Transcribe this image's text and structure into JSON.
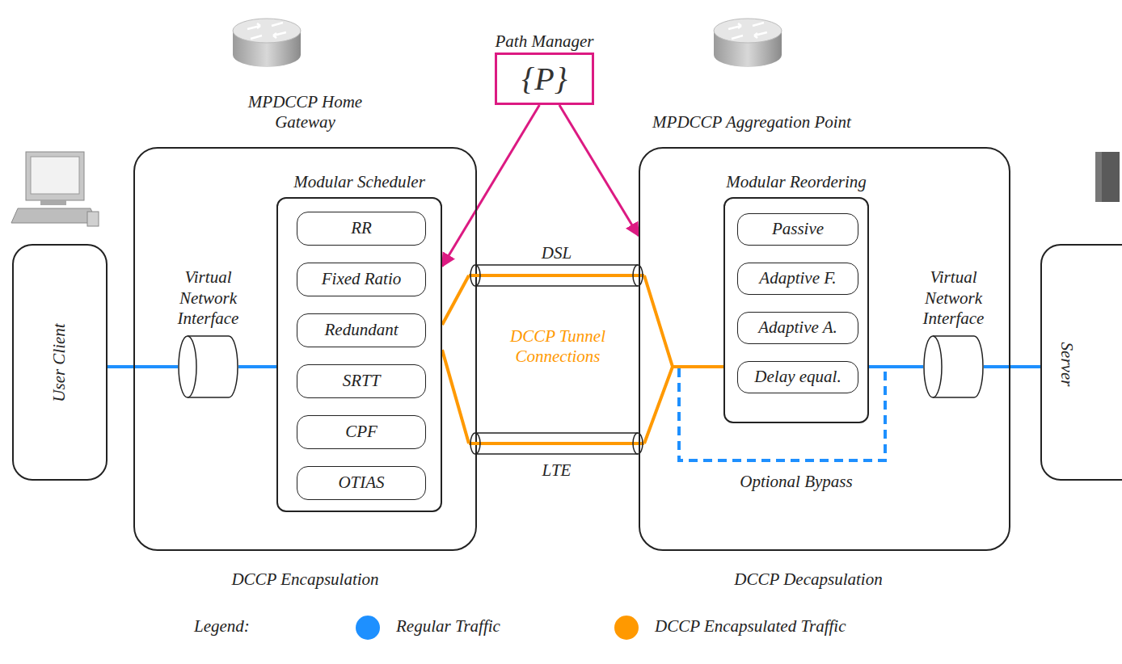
{
  "diagram": {
    "nodes": [
      {
        "text": [
          "User Client"
        ]
      },
      {
        "text": [
          "MPDCCP Home Gateway",
          "DCCP Encapsulation"
        ]
      },
      {
        "text": [
          "Virtual Network Interface"
        ],
        "in": 1
      },
      {
        "text": [
          "Modular Scheduler"
        ],
        "in": 1
      },
      {
        "text": [
          "RR"
        ],
        "in": 3
      },
      {
        "text": [
          "Fixed Ratio"
        ],
        "in": 3
      },
      {
        "text": [
          "Redundant"
        ],
        "in": 3
      },
      {
        "text": [
          "SRTT"
        ],
        "in": 3
      },
      {
        "text": [
          "CPF"
        ],
        "in": 3
      },
      {
        "text": [
          "OTIAS"
        ],
        "in": 3
      },
      {
        "text": [
          "Path Manager",
          "{P}"
        ]
      },
      {
        "text": [
          "DSL"
        ]
      },
      {
        "text": [
          "LTE"
        ]
      },
      {
        "text": [
          "MPDCCP Aggregation Point",
          "DCCP Decapsulation"
        ]
      },
      {
        "text": [
          "Modular Reordering"
        ],
        "in": 13
      },
      {
        "text": [
          "Passive"
        ],
        "in": 14
      },
      {
        "text": [
          "Adaptive F."
        ],
        "in": 14
      },
      {
        "text": [
          "Adaptive A."
        ],
        "in": 14
      },
      {
        "text": [
          "Delay equal."
        ],
        "in": 14
      },
      {
        "text": [
          "Virtual Network Interface"
        ],
        "in": 13
      },
      {
        "text": [
          "Server"
        ]
      }
    ],
    "edges": [
      {
        "from": 0,
        "to": 2,
        "arrow": "none"
      },
      {
        "from": 2,
        "to": 3,
        "arrow": "none"
      },
      {
        "from": 3,
        "to": 11,
        "arrow": "none"
      },
      {
        "from": 3,
        "to": 12,
        "arrow": "none"
      },
      {
        "from": 11,
        "to": 14,
        "arrow": "none"
      },
      {
        "from": 12,
        "to": 14,
        "arrow": "none"
      },
      {
        "from": 14,
        "to": 19,
        "arrow": "none"
      },
      {
        "from": 19,
        "to": 20,
        "arrow": "none"
      },
      {
        "from": 10,
        "to": 3,
        "arrow": "to"
      },
      {
        "from": 10,
        "to": 13,
        "arrow": "to"
      }
    ],
    "labels": [
      "DCCP Tunnel Connections",
      "Optional Bypass",
      "Legend:"
    ],
    "legend": [
      {
        "text": "Regular Traffic",
        "color": "#1e90ff"
      },
      {
        "text": "DCCP Encapsulated Traffic",
        "color": "#ff9900"
      }
    ]
  }
}
